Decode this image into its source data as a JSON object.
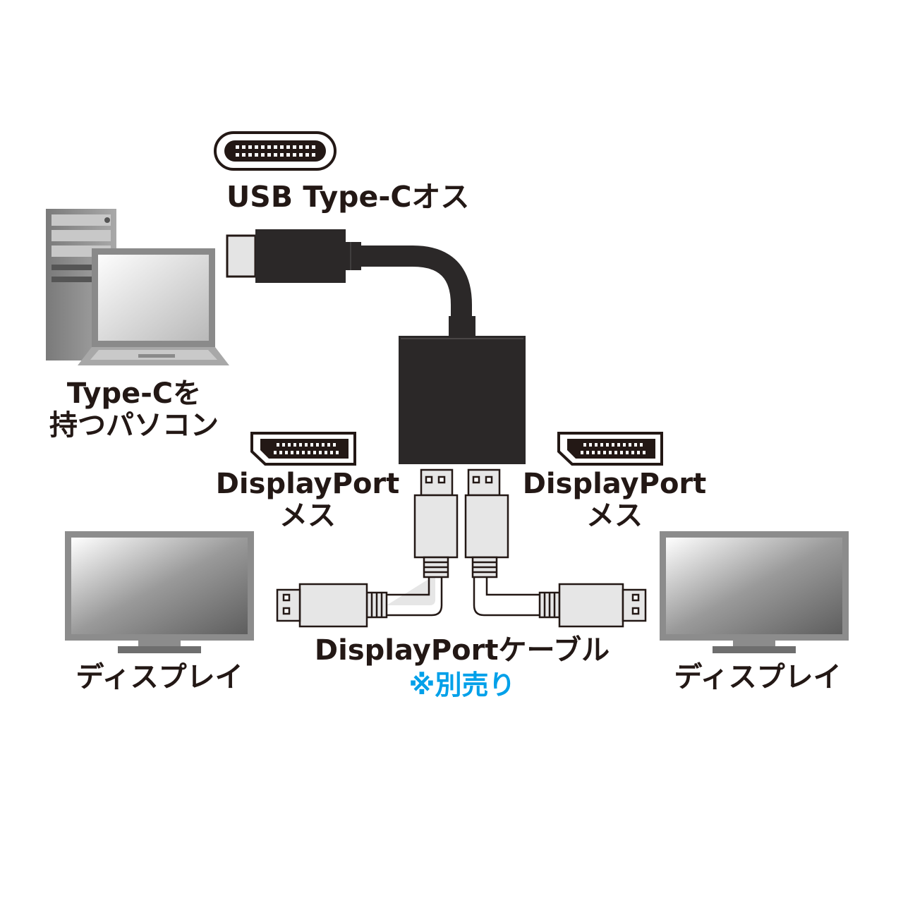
{
  "labels": {
    "usb_c_male": "USB Type-Cオス",
    "pc_line1": "Type-Cを",
    "pc_line2": "持つパソコン",
    "dp_female_left_line1": "DisplayPort",
    "dp_female_left_line2": "メス",
    "dp_female_right_line1": "DisplayPort",
    "dp_female_right_line2": "メス",
    "dp_cable": "DisplayPortケーブル",
    "sold_separately": "※別売り",
    "display_left": "ディスプレイ",
    "display_right": "ディスプレイ"
  },
  "colors": {
    "text": "#231815",
    "accent": "#00a0e9",
    "adapter": "#2b2828",
    "cable_light": "#e6e6e6"
  }
}
